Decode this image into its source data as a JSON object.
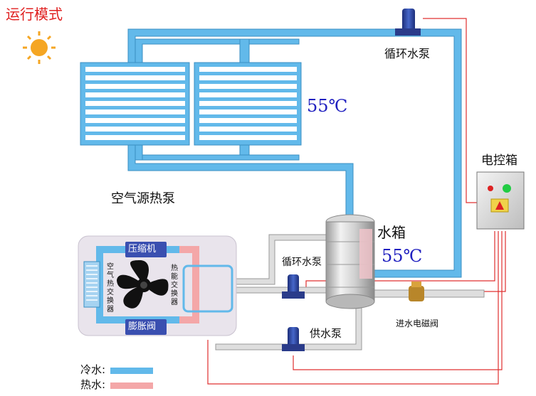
{
  "mode": {
    "title": "运行模式",
    "sun_icon": "sun-icon"
  },
  "labels": {
    "circ_pump_top": "循环水泵",
    "temp_panel": "55℃",
    "control_box": "电控箱",
    "heat_pump": "空气源热泵",
    "water_tank": "水箱",
    "temp_tank": "55℃",
    "circ_pump_mid": "循环水泵",
    "supply_pump": "供水泵",
    "inlet_valve": "进水电磁阀",
    "compressor": "压缩机",
    "expansion_valve": "膨胀阀",
    "air_hx": "空气热交换器",
    "hot_hx": "热能交换器"
  },
  "legend": {
    "cold": {
      "label": "冷水:",
      "color": "#62b9ea"
    },
    "hot": {
      "label": "热水:",
      "color": "#f4a7a8"
    }
  },
  "colors": {
    "pipe": "#62b9ea",
    "pipe_stroke": "#3b8fc3",
    "wire": "#e03030",
    "gray_pipe": "#d8d8d8",
    "title_red": "#e02020",
    "temp_blue": "#2020c0"
  }
}
